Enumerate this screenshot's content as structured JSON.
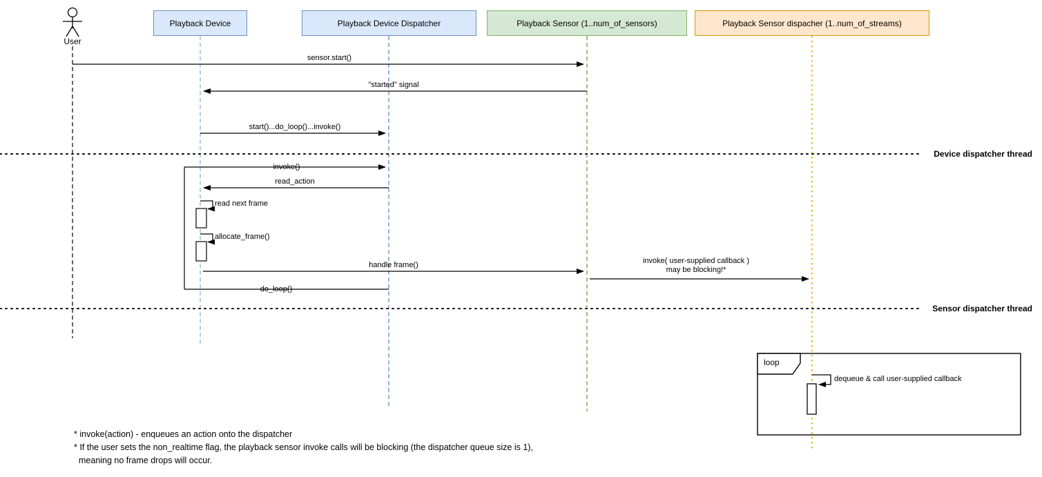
{
  "participants": [
    {
      "id": "user",
      "type": "actor",
      "label": "User"
    },
    {
      "id": "playback-device",
      "type": "object",
      "label": "Playback Device",
      "fill": "#dae8fc",
      "border": "#6c8ebf"
    },
    {
      "id": "playback-device-dispatcher",
      "type": "object",
      "label": "Playback Device Dispatcher",
      "fill": "#dae8fc",
      "border": "#6c8ebf"
    },
    {
      "id": "playback-sensor",
      "type": "object",
      "label": "Playback Sensor (1..num_of_sensors)",
      "fill": "#d5e8d4",
      "border": "#82b366"
    },
    {
      "id": "playback-sensor-dispatcher",
      "type": "object",
      "label": "Playback Sensor dispacher (1..num_of_streams)",
      "fill": "#ffe6cc",
      "border": "#d79b00"
    }
  ],
  "messages": [
    {
      "label": "sensor.start()",
      "from": "user",
      "to": "playback-sensor"
    },
    {
      "label": "\"started\" signal",
      "from": "playback-sensor",
      "to": "playback-device"
    },
    {
      "label": "start()...do_loop()...invoke()",
      "from": "playback-device",
      "to": "playback-device-dispatcher"
    },
    {
      "label": "invoke()",
      "from": "playback-device-loop-bracket",
      "to": "playback-device-dispatcher"
    },
    {
      "label": "read_action",
      "from": "playback-device-dispatcher",
      "to": "playback-device"
    },
    {
      "label": "read next frame",
      "type": "self-call",
      "on": "playback-device"
    },
    {
      "label": "allocate_frame()",
      "type": "self-call",
      "on": "playback-device"
    },
    {
      "label": "handle frame()",
      "from": "playback-device",
      "to": "playback-sensor"
    },
    {
      "label_line1": "invoke( user-supplied callback )",
      "label_line2": "may be blocking!*",
      "from": "playback-sensor",
      "to": "playback-sensor-dispatcher"
    },
    {
      "label": "do_loop()",
      "from": "playback-device-dispatcher",
      "to": "playback-device-loop-bracket"
    }
  ],
  "separators": [
    {
      "label": "Device dispatcher thread"
    },
    {
      "label": "Sensor dispatcher thread"
    }
  ],
  "loop_frame": {
    "label": "loop",
    "message": "dequeue & call user-supplied callback"
  },
  "footnotes": [
    "* invoke(action) - enqueues an action onto the dispatcher",
    "* If the user sets the non_realtime flag, the playback sensor invoke calls will be blocking (the dispatcher queue size is 1),",
    "meaning no frame drops will occur."
  ],
  "colors": {
    "blue_fill": "#dae8fc",
    "blue_border": "#6c8ebf",
    "green_fill": "#d5e8d4",
    "green_border": "#82b366",
    "orange_fill": "#ffe6cc",
    "orange_border": "#d79b00",
    "device_lifeline": "#9ec3e8",
    "dispatcher_lifeline": "#6b93d6",
    "sensor_lifeline": "#82b366",
    "sensor_dispatcher_lifeline": "#ecb23c",
    "line": "#000000"
  }
}
